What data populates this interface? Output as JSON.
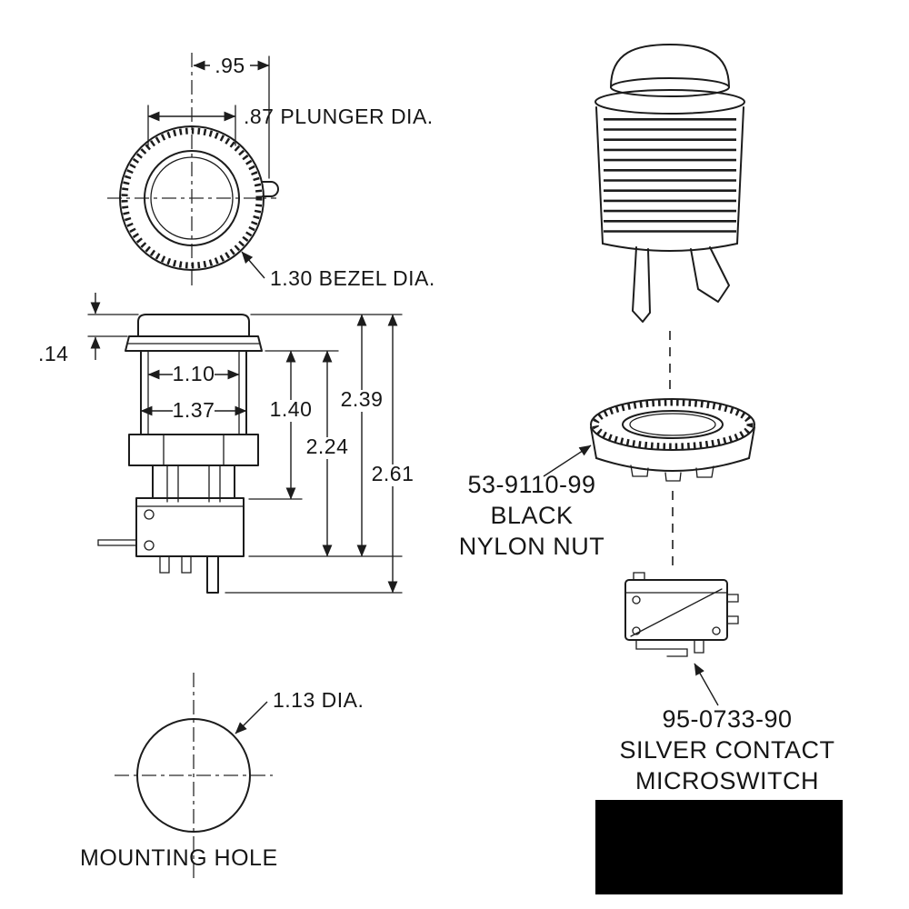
{
  "drawing": {
    "top_view": {
      "width": ".95",
      "plunger": ".87 PLUNGER DIA.",
      "bezel": "1.30 BEZEL DIA."
    },
    "side_view": {
      "lip": ".14",
      "inner_width": "1.10",
      "outer_width": "1.37",
      "depth_1": "1.40",
      "depth_2": "2.24",
      "depth_3": "2.39",
      "depth_4": "2.61"
    },
    "mounting": {
      "diameter": "1.13 DIA.",
      "caption": "MOUNTING HOLE"
    }
  },
  "parts": {
    "nut": {
      "part_number": "53-9110-99",
      "color": "BLACK",
      "name": "NYLON NUT"
    },
    "microswitch": {
      "part_number": "95-0733-90",
      "contact": "SILVER CONTACT",
      "name": "MICROSWITCH"
    }
  },
  "colors": {
    "ink": "#1c1c1c",
    "background": "#ffffff",
    "swatch": "#000000"
  }
}
